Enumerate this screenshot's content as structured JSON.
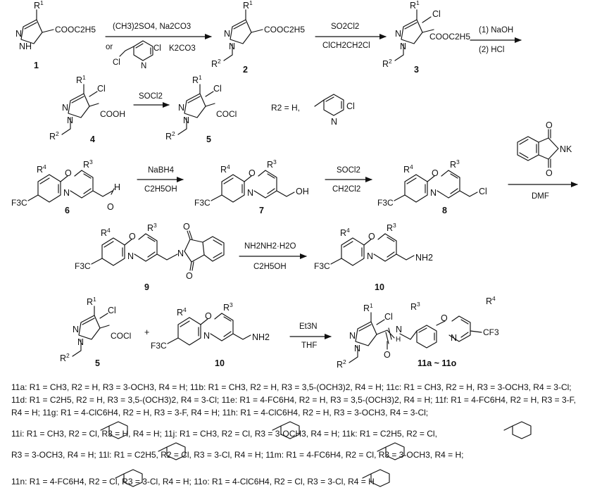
{
  "compounds": {
    "c1": "1",
    "c2": "2",
    "c3": "3",
    "c4": "4",
    "c5": "5",
    "c6": "6",
    "c7": "7",
    "c8": "8",
    "c9": "9",
    "c10": "10",
    "c5b": "5",
    "c10b": "10",
    "c11": "11a ~ 11o"
  },
  "reagents": {
    "step1_top": "(CH3)2SO4, Na2CO3",
    "step1_or": "or",
    "step1_side": "K2CO3",
    "step2_top": "SO2Cl2",
    "step2_bottom": "ClCH2CH2Cl",
    "step3_top": "(1) NaOH",
    "step3_bottom": "(2) HCl",
    "step4": "SOCl2",
    "r2_def": "R2 = H,",
    "step5_top": "NaBH4",
    "step5_bottom": "C2H5OH",
    "step6_top": "SOCl2",
    "step6_bottom": "CH2Cl2",
    "step7_bottom": "DMF",
    "step8_top": "NH2NH2·H2O",
    "step8_bottom": "C2H5OH",
    "step9_top": "Et3N",
    "step9_bottom": "THF",
    "plus": "+"
  },
  "groups": {
    "cooet": "COOC2H5",
    "cooh": "COOH",
    "cocl": "COCl",
    "cf3": "F3C",
    "cf3r": "CF3",
    "ch2oh": "OH",
    "ch2cl": "Cl",
    "nh2": "NH2",
    "nk": "NK",
    "cho": "H"
  },
  "legend": [
    "11a: R1 = CH3, R2 = H, R3 = 3-OCH3, R4 = H; 11b: R1 = CH3, R2 = H, R3 = 3,5-(OCH3)2, R4 = H; 11c: R1 = CH3, R2 = H, R3 = 3-OCH3, R4 = 3-Cl;",
    "11d: R1 = C2H5, R2 = H, R3 = 3,5-(OCH3)2, R4 = 3-Cl; 11e: R1 = 4-FC6H4, R2 = H, R3 = 3,5-(OCH3)2, R4 = H; 11f: R1 = 4-FC6H4, R2 = H, R3 = 3-F,",
    "R4 = H; 11g: R1 = 4-ClC6H4, R2 = H, R3 = 3-F, R4 = H; 11h: R1 = 4-ClC6H4, R2 = H, R3 = 3-OCH3, R4 = 3-Cl;",
    "11i: R1 = CH3, R2 =            Cl, R3 = H, R4 = H; 11j: R1 = CH3, R2 =            Cl, R3 = 3-OCH3, R4 = H; 11k: R1 = C2H5, R2 =           Cl,",
    "R3 = 3-OCH3, R4 = H; 11l: R1 = C2H5, R2 =            Cl, R3 = 3-Cl, R4 = H; 11m: R1 = 4-FC6H4, R2 =            Cl, R3 = 3-OCH3, R4 = H;",
    "11n: R1 = 4-FC6H4, R2 =            Cl, R3 = 3-Cl, R4 = H; 11o: R1 = 4-ClC6H4, R2 =            Cl, R3 = 3-Cl, R4 = H"
  ]
}
